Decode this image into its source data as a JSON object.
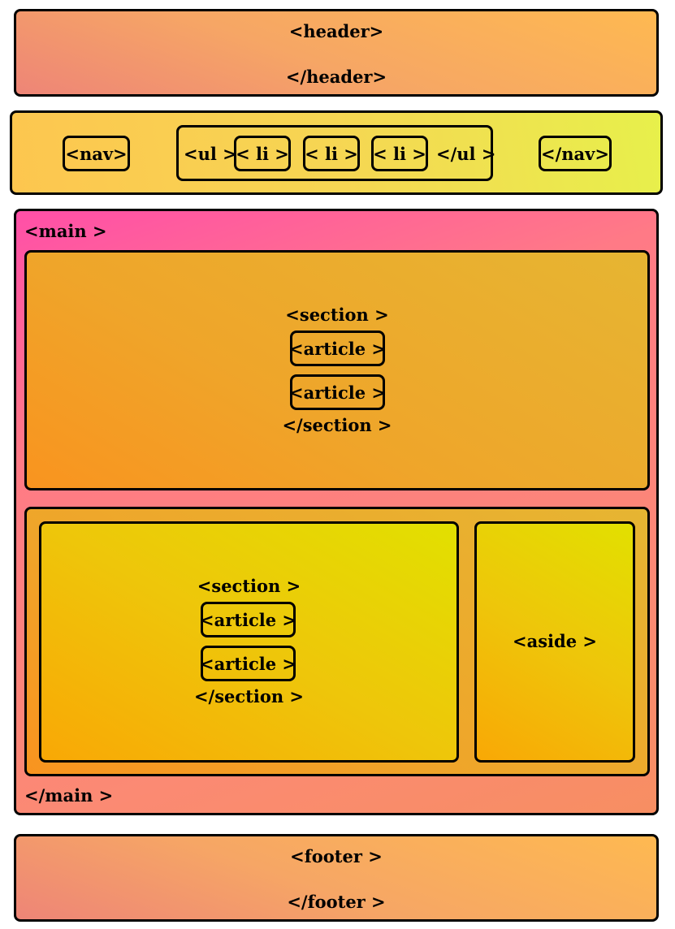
{
  "header": {
    "open": "<header>",
    "close": "</header>"
  },
  "nav": {
    "open": "<nav>",
    "close": "</nav>",
    "ul_open": "<ul >",
    "ul_close": "</ul >",
    "items": [
      "< li >",
      "< li >",
      "< li >"
    ]
  },
  "main": {
    "open": "<main >",
    "close": "</main >",
    "section1": {
      "open": "<section >",
      "close": "</section >",
      "articles": [
        "<article >",
        "<article >"
      ]
    },
    "section2": {
      "open": "<section >",
      "close": "</section >",
      "articles": [
        "<article >",
        "<article >"
      ]
    },
    "aside": "<aside >"
  },
  "footer": {
    "open": "<footer >",
    "close": "</footer >"
  },
  "colors": {
    "header_footer": [
      "#ee8577",
      "#feb951"
    ],
    "nav": [
      "#fdc64f",
      "#e7f04b"
    ],
    "main": [
      "#ff4fa8",
      "#f78e62"
    ],
    "section_orange": [
      "#e6b532",
      "#f9941f"
    ],
    "section_yellow": [
      "#e2e000",
      "#f9a805"
    ],
    "border": "#000000"
  }
}
